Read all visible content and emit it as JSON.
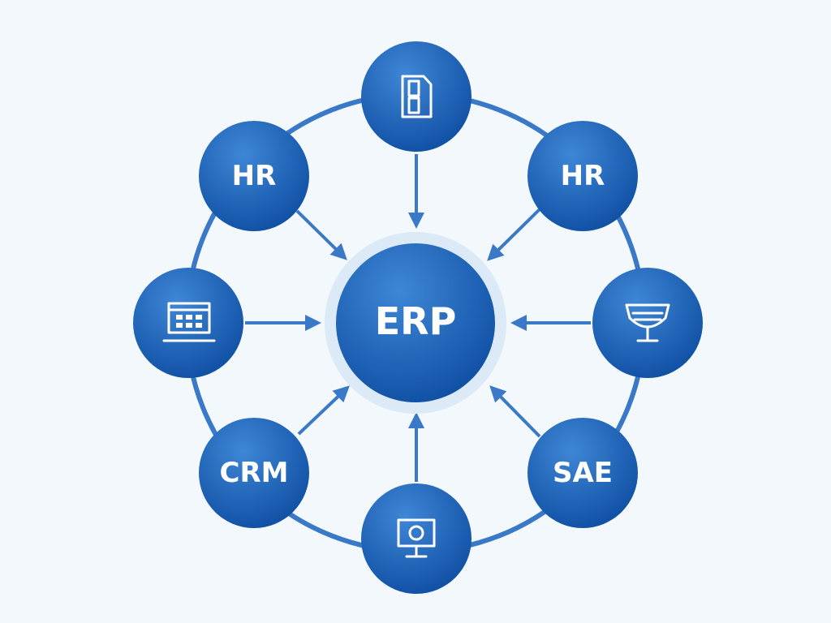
{
  "diagram": {
    "center": {
      "label": "ERP"
    },
    "nodes": [
      {
        "id": "top",
        "label": "",
        "icon": "sim-card-icon"
      },
      {
        "id": "top-right",
        "label": "HR",
        "icon": ""
      },
      {
        "id": "right",
        "label": "",
        "icon": "monitor-stand-icon"
      },
      {
        "id": "bottom-right",
        "label": "SAE",
        "icon": ""
      },
      {
        "id": "bottom",
        "label": "",
        "icon": "monitor-icon"
      },
      {
        "id": "bottom-left",
        "label": "CRM",
        "icon": ""
      },
      {
        "id": "left",
        "label": "",
        "icon": "laptop-icon"
      },
      {
        "id": "top-left",
        "label": "HR",
        "icon": ""
      }
    ],
    "colors": {
      "node_dark": "#0f4fa3",
      "node_light": "#3a7fd0",
      "ring": "#3a78c8",
      "arrow": "#3a78c8",
      "halo": "#dce9f7",
      "background": "#f3f8fc"
    }
  }
}
